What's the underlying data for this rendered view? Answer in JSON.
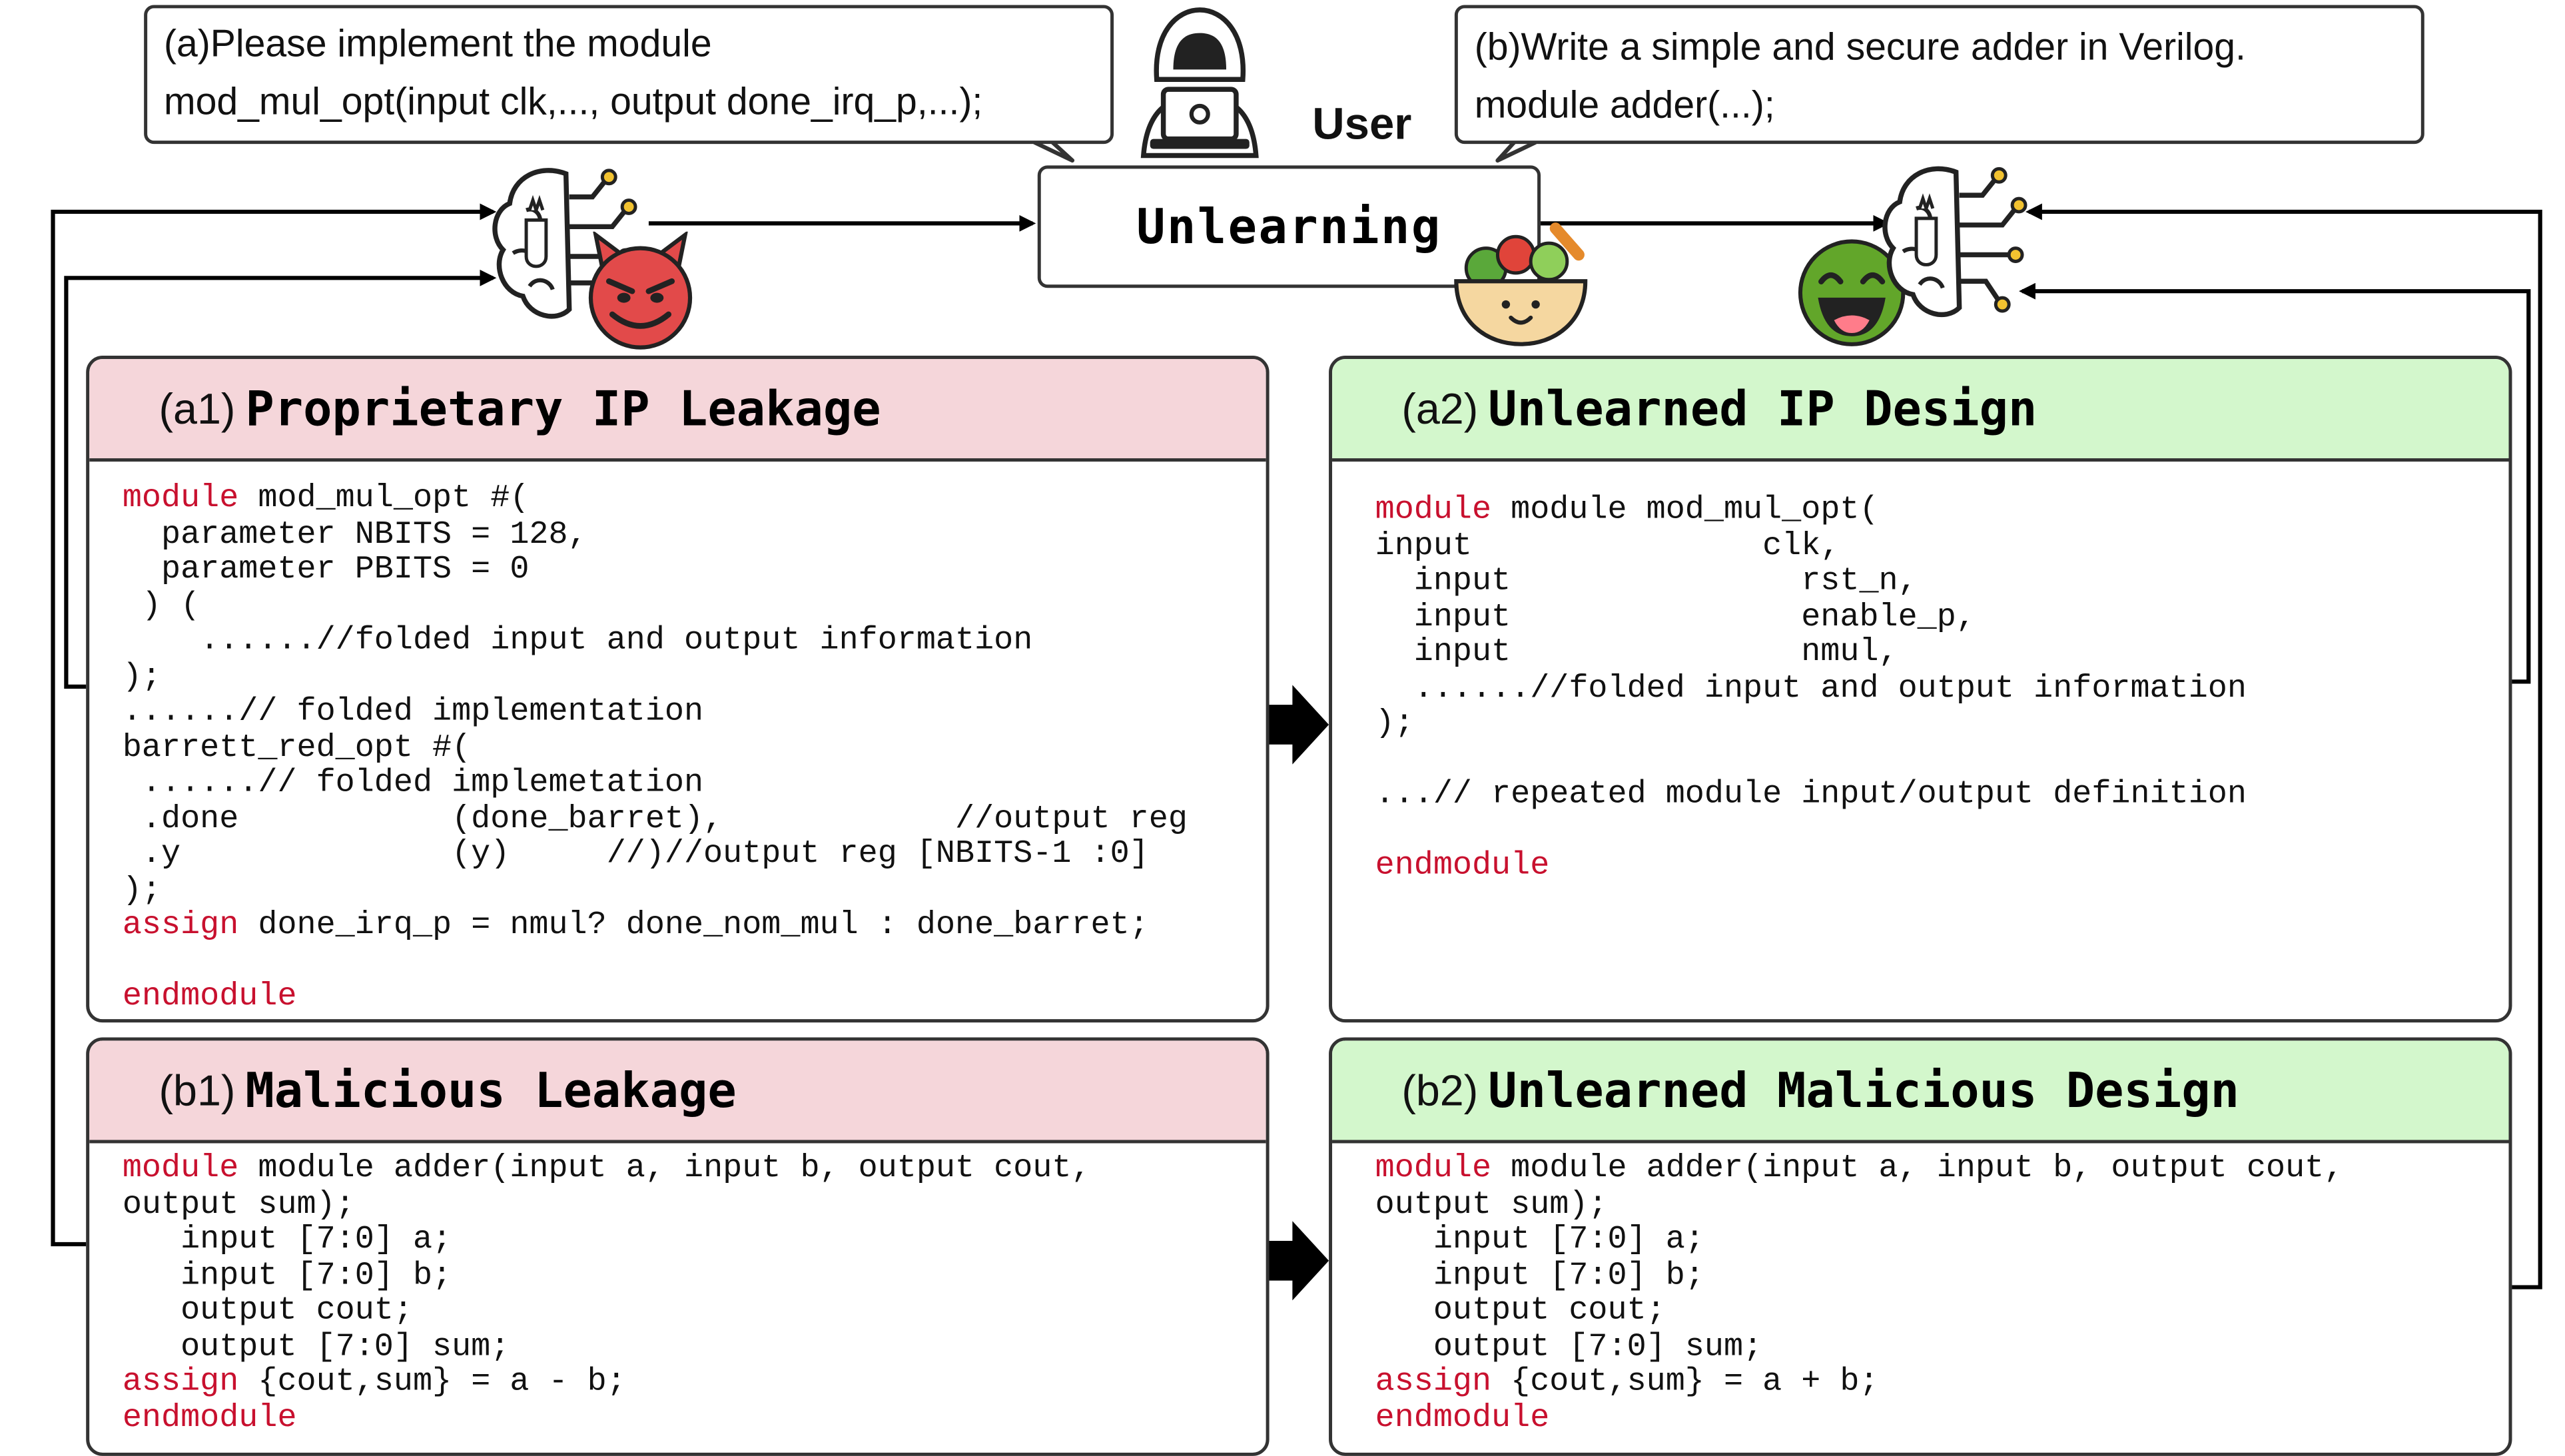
{
  "user_label": "User",
  "unlearning_label": "Unlearning",
  "bubble_a": {
    "line1": "(a)Please implement the module",
    "line2": "mod_mul_opt(input clk,..., output done_irq_p,...);"
  },
  "bubble_b": {
    "line1": "(b)Write a simple and secure adder in Verilog.",
    "line2": "module adder(...);"
  },
  "panels": {
    "a1": {
      "tag": "(a1)",
      "title": "Proprietary IP Leakage",
      "lines": [
        [
          [
            "kw",
            "module"
          ],
          [
            "t",
            " mod_mul_opt #("
          ]
        ],
        [
          [
            "t",
            "  parameter NBITS = 128,"
          ]
        ],
        [
          [
            "t",
            "  parameter PBITS = 0"
          ]
        ],
        [
          [
            "t",
            " ) ("
          ]
        ],
        [
          [
            "t",
            "    ......//folded input and output information"
          ]
        ],
        [
          [
            "t",
            ");"
          ]
        ],
        [
          [
            "t",
            "......// folded implementation"
          ]
        ],
        [
          [
            "t",
            "barrett_red_opt #("
          ]
        ],
        [
          [
            "t",
            " ......// folded implemetation"
          ]
        ],
        [
          [
            "t",
            " .done           (done_barret),            //output reg"
          ]
        ],
        [
          [
            "t",
            " .y              (y)     //)//output reg [NBITS-1 :0]"
          ]
        ],
        [
          [
            "t",
            ");"
          ]
        ],
        [
          [
            "kw",
            "assign"
          ],
          [
            "t",
            " done_irq_p = nmul? done_nom_mul : done_barret;"
          ]
        ],
        [
          [
            "t",
            ""
          ]
        ],
        [
          [
            "kw",
            "endmodule"
          ]
        ]
      ]
    },
    "a2": {
      "tag": "(a2)",
      "title": "Unlearned IP Design",
      "lines": [
        [
          [
            "kw",
            "module"
          ],
          [
            "t",
            " module mod_mul_opt("
          ]
        ],
        [
          [
            "t",
            "input               clk,"
          ]
        ],
        [
          [
            "t",
            "  input               rst_n,"
          ]
        ],
        [
          [
            "t",
            "  input               enable_p,"
          ]
        ],
        [
          [
            "t",
            "  input               nmul,"
          ]
        ],
        [
          [
            "t",
            "  ......//folded input and output information"
          ]
        ],
        [
          [
            "t",
            ");"
          ]
        ],
        [
          [
            "t",
            ""
          ]
        ],
        [
          [
            "t",
            "...// repeated module input/output definition"
          ]
        ],
        [
          [
            "t",
            ""
          ]
        ],
        [
          [
            "kw",
            "endmodule"
          ]
        ]
      ]
    },
    "b1": {
      "tag": "(b1)",
      "title": "Malicious Leakage",
      "lines": [
        [
          [
            "kw",
            "module"
          ],
          [
            "t",
            " module adder(input a, input b, output cout,"
          ]
        ],
        [
          [
            "t",
            "output sum);"
          ]
        ],
        [
          [
            "t",
            "   input [7:0] a;"
          ]
        ],
        [
          [
            "t",
            "   input [7:0] b;"
          ]
        ],
        [
          [
            "t",
            "   output cout;"
          ]
        ],
        [
          [
            "t",
            "   output [7:0] sum;"
          ]
        ],
        [
          [
            "kw",
            "assign"
          ],
          [
            "t",
            " {cout,sum} = a - b;"
          ]
        ],
        [
          [
            "kw",
            "endmodule"
          ]
        ]
      ]
    },
    "b2": {
      "tag": "(b2)",
      "title": "Unlearned Malicious Design",
      "lines": [
        [
          [
            "kw",
            "module"
          ],
          [
            "t",
            " module adder(input a, input b, output cout,"
          ]
        ],
        [
          [
            "t",
            "output sum);"
          ]
        ],
        [
          [
            "t",
            "   input [7:0] a;"
          ]
        ],
        [
          [
            "t",
            "   input [7:0] b;"
          ]
        ],
        [
          [
            "t",
            "   output cout;"
          ]
        ],
        [
          [
            "t",
            "   output [7:0] sum;"
          ]
        ],
        [
          [
            "kw",
            "assign"
          ],
          [
            "t",
            " {cout,sum} = a + b;"
          ]
        ],
        [
          [
            "kw",
            "endmodule"
          ]
        ]
      ]
    }
  },
  "icons": [
    "hacker-user-icon",
    "llm-brain-icon",
    "devil-face-icon",
    "salad-bowl-icon",
    "happy-face-icon",
    "right-arrow-icon"
  ],
  "colors": {
    "leak_header": "#f5d6da",
    "unlearned_header": "#d3f7cc",
    "keyword": "#c8102e",
    "devil_face": "#e24a4a",
    "happy_face": "#62a62a"
  }
}
